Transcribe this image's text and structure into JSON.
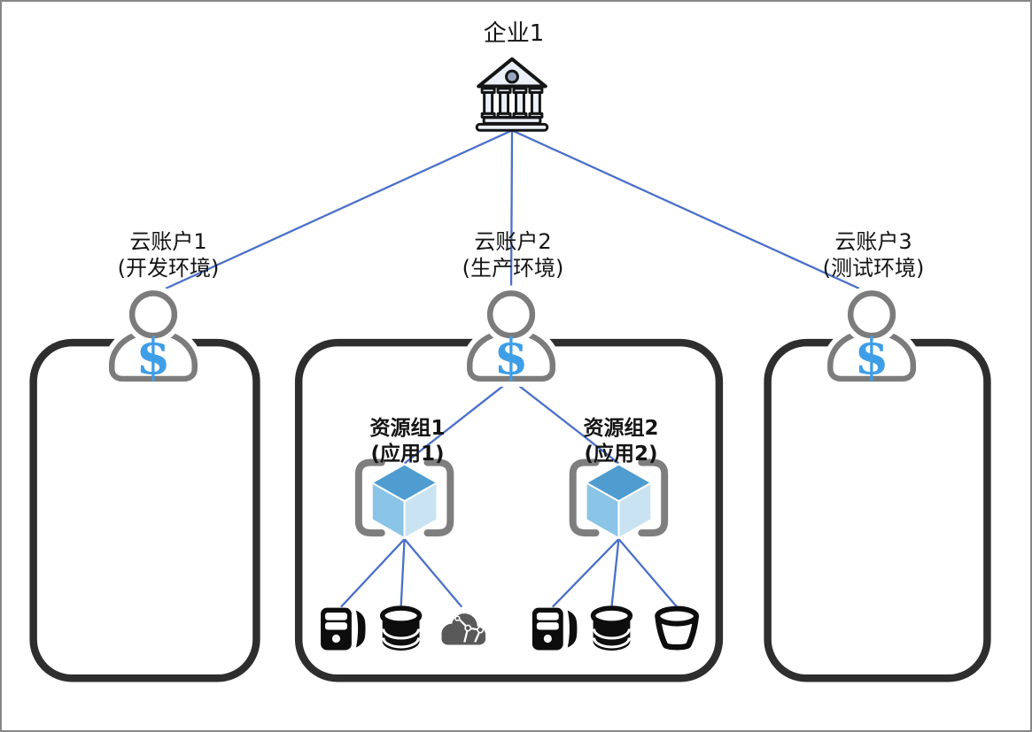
{
  "enterprise": {
    "label": "企业1"
  },
  "accounts": [
    {
      "name": "云账户1",
      "environment": "(开发环境)"
    },
    {
      "name": "云账户2",
      "environment": "(生产环境)"
    },
    {
      "name": "云账户3",
      "environment": "(测试环境)"
    }
  ],
  "resource_groups": [
    {
      "name": "资源组1",
      "app": "(应用1)",
      "resources": [
        "server",
        "database",
        "cloud-network"
      ]
    },
    {
      "name": "资源组2",
      "app": "(应用2)",
      "resources": [
        "server",
        "database",
        "storage-bucket"
      ]
    }
  ],
  "icons": {
    "dollar_sign": "$"
  },
  "colors": {
    "connector_blue": "#4a70c8",
    "container_stroke": "#2e2e2e",
    "person_outline_gray": "#7c7c7c",
    "dollar_blue": "#3e9ee8",
    "cube_top": "#4e9cd0",
    "cube_left": "#8ac4e6",
    "cube_right": "#c9e3f3",
    "bracket_gray": "#7e7e7e",
    "bank_fill": "#ecf0f8",
    "icon_black": "#0d0d0d",
    "cloud_gray": "#595959",
    "canvas_border": "#888888"
  }
}
